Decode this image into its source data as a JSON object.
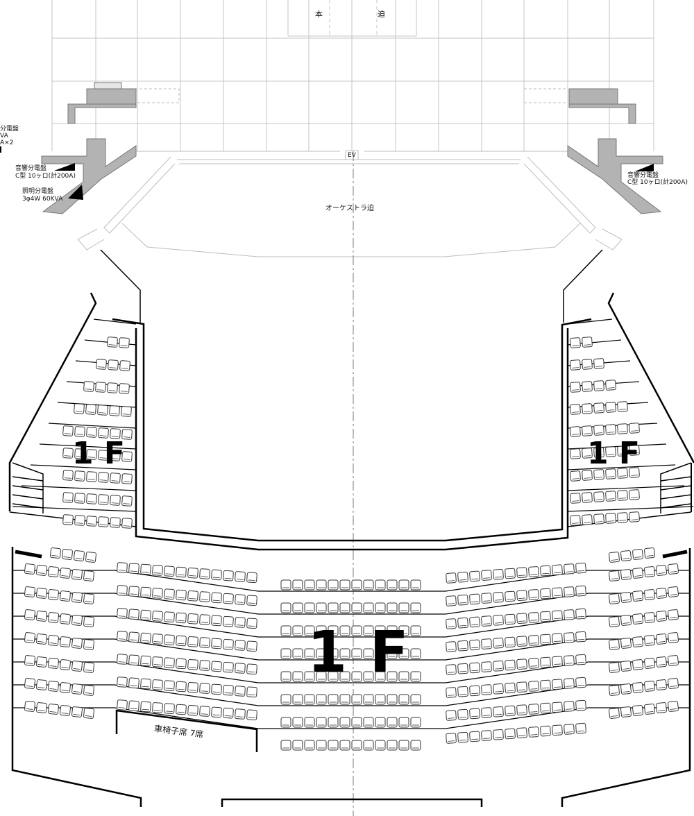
{
  "stage": {
    "main_lift_char1": "本",
    "main_lift_char2": "迫",
    "ev": "EV",
    "orchestra_lift": "オーケストラ迫"
  },
  "panels": {
    "left_cut_line1": "分電盤",
    "left_cut_line2": "VA",
    "left_cut_line3": "A×2",
    "left_audio_title": "音響分電盤",
    "left_audio_spec": "C型 10ヶロ(計200A)",
    "left_light_title": "照明分電盤",
    "left_light_spec": "3φ4W 60KVA",
    "right_audio_title": "音響分電盤",
    "right_audio_spec": "C型 10ヶロ(計200A)"
  },
  "floor": {
    "left_label": "1 F",
    "right_label": "1 F",
    "center_label": "1 F"
  },
  "wheelchair": {
    "label": "車椅子席 7席"
  },
  "colors": {
    "line": "#000000",
    "stage_line": "#bdbdbd",
    "panel_fill": "#b3b3b3",
    "seat_stroke": "#333333"
  }
}
